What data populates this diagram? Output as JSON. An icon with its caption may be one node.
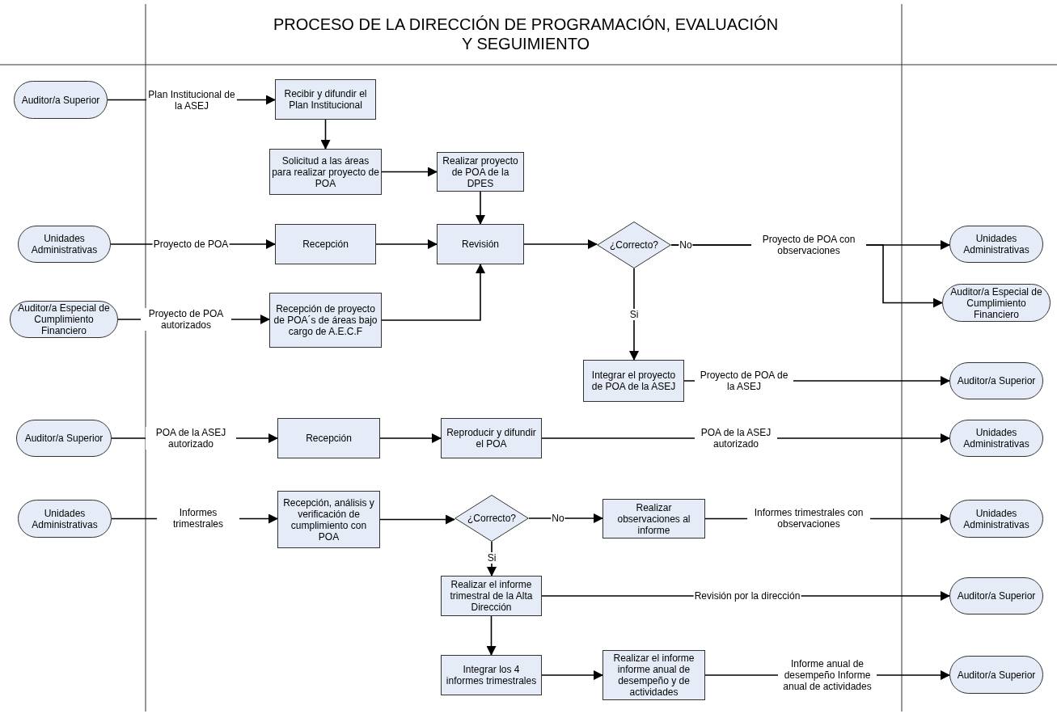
{
  "diagram": {
    "title": "PROCESO DE LA DIRECCIÓN DE PROGRAMACIÓN, EVALUACIÓN Y SEGUIMIENTO",
    "nodes": [
      {
        "text": [
          "Auditor/a Superior"
        ]
      },
      {
        "text": [
          "Recibir y difundir el Plan Institucional"
        ]
      },
      {
        "text": [
          "Solicitud a las áreas para realizar proyecto de POA"
        ]
      },
      {
        "text": [
          "Realizar proyecto de POA de la DPES"
        ]
      },
      {
        "text": [
          "Unidades Administrativas"
        ]
      },
      {
        "text": [
          "Recepción"
        ]
      },
      {
        "text": [
          "Revisión"
        ]
      },
      {
        "text": [
          "¿Correcto?"
        ]
      },
      {
        "text": [
          "Unidades Administrativas"
        ]
      },
      {
        "text": [
          "Auditor/a Especial de Cumplimiento Financiero"
        ]
      },
      {
        "text": [
          "Recepción de proyecto de POA´s de áreas bajo cargo de A.E.C.F"
        ]
      },
      {
        "text": [
          "Auditor/a Especial de Cumplimiento Financiero"
        ]
      },
      {
        "text": [
          "Integrar el proyecto de POA de la ASEJ"
        ]
      },
      {
        "text": [
          "Auditor/a Superior"
        ]
      },
      {
        "text": [
          "Auditor/a Superior"
        ]
      },
      {
        "text": [
          "Recepción"
        ]
      },
      {
        "text": [
          "Reproducir y difundir el POA"
        ]
      },
      {
        "text": [
          "Unidades Administrativas"
        ]
      },
      {
        "text": [
          "Unidades Administrativas"
        ]
      },
      {
        "text": [
          "Recepción, análisis y verificación de cumplimiento con POA"
        ]
      },
      {
        "text": [
          "¿Correcto?"
        ]
      },
      {
        "text": [
          "Realizar observaciones al informe"
        ]
      },
      {
        "text": [
          "Unidades Administrativas"
        ]
      },
      {
        "text": [
          "Realizar el informe trimestral de la Alta Dirección"
        ]
      },
      {
        "text": [
          "Auditor/a Superior"
        ]
      },
      {
        "text": [
          "Integrar los 4 informes trimestrales"
        ]
      },
      {
        "text": [
          "Realizar el informe informe anual de desempeño y de actividades"
        ]
      },
      {
        "text": [
          "Auditor/a Superior"
        ]
      }
    ],
    "edges": [
      {
        "from": 0,
        "to": 1,
        "arrow": "to",
        "label": "Plan Institucional de la ASEJ"
      },
      {
        "from": 1,
        "to": 2,
        "arrow": "to"
      },
      {
        "from": 2,
        "to": 3,
        "arrow": "to"
      },
      {
        "from": 3,
        "to": 6,
        "arrow": "to"
      },
      {
        "from": 4,
        "to": 5,
        "arrow": "to",
        "label": "Proyecto de POA"
      },
      {
        "from": 5,
        "to": 6,
        "arrow": "to"
      },
      {
        "from": 6,
        "to": 7,
        "arrow": "to"
      },
      {
        "from": 7,
        "to": 8,
        "arrow": "to",
        "label": "No"
      },
      {
        "from": 7,
        "to": 11,
        "arrow": "to",
        "label": "Proyecto de POA con observaciones"
      },
      {
        "from": 9,
        "to": 10,
        "arrow": "to",
        "label": "Proyecto de POA autorizados"
      },
      {
        "from": 10,
        "to": 6,
        "arrow": "to"
      },
      {
        "from": 7,
        "to": 12,
        "arrow": "to",
        "label": "Si"
      },
      {
        "from": 12,
        "to": 13,
        "arrow": "to",
        "label": "Proyecto de POA de la ASEJ"
      },
      {
        "from": 14,
        "to": 15,
        "arrow": "to",
        "label": "POA de la ASEJ autorizado"
      },
      {
        "from": 15,
        "to": 16,
        "arrow": "to"
      },
      {
        "from": 16,
        "to": 17,
        "arrow": "to",
        "label": "POA de la ASEJ autorizado"
      },
      {
        "from": 18,
        "to": 19,
        "arrow": "to",
        "label": "Informes trimestrales"
      },
      {
        "from": 19,
        "to": 20,
        "arrow": "to"
      },
      {
        "from": 20,
        "to": 21,
        "arrow": "to",
        "label": "No"
      },
      {
        "from": 21,
        "to": 22,
        "arrow": "to",
        "label": "Informes trimestrales con observaciones"
      },
      {
        "from": 20,
        "to": 23,
        "arrow": "to",
        "label": "Si"
      },
      {
        "from": 23,
        "to": 24,
        "arrow": "to",
        "label": "Revisión por la dirección"
      },
      {
        "from": 23,
        "to": 25,
        "arrow": "to"
      },
      {
        "from": 25,
        "to": 26,
        "arrow": "to"
      },
      {
        "from": 26,
        "to": 27,
        "arrow": "to",
        "label": "Informe anual de desempeño Informe anual de actividades"
      }
    ]
  }
}
